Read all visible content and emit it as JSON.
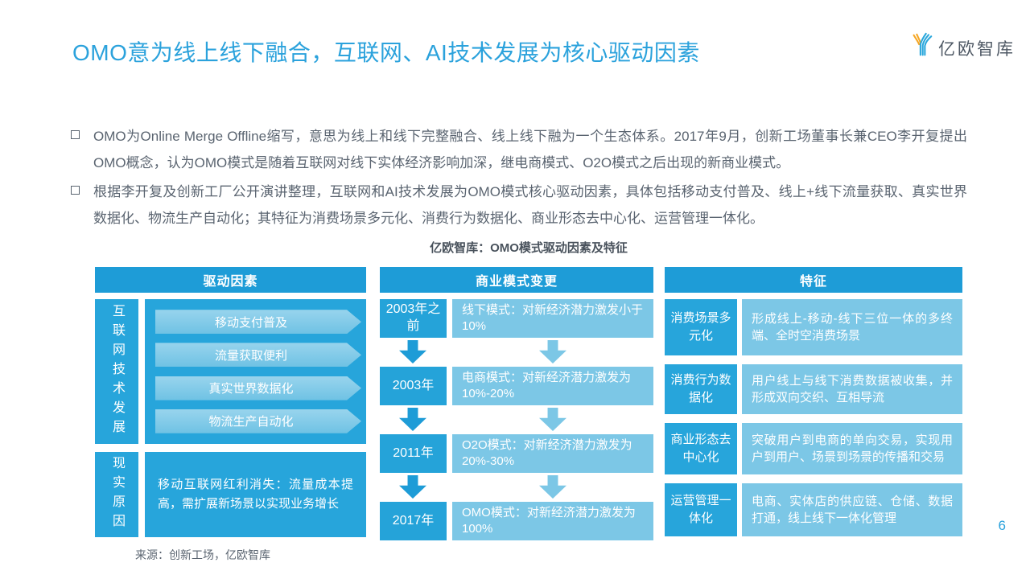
{
  "slide": {
    "title": "OMO意为线上线下融合，互联网、AI技术发展为核心驱动因素",
    "logo_text": "亿欧智库",
    "page_number": "6",
    "source": "来源：创新工场，亿欧智库"
  },
  "bullets": [
    "OMO为Online Merge Offline缩写，意思为线上和线下完整融合、线上线下融为一个生态体系。2017年9月，创新工场董事长兼CEO李开复提出OMO概念，认为OMO模式是随着互联网对线下实体经济影响加深，继电商模式、O2O模式之后出现的新商业模式。",
    "根据李开复及创新工厂公开演讲整理，互联网和AI技术发展为OMO模式核心驱动因素，具体包括移动支付普及、线上+线下流量获取、真实世界数据化、物流生产自动化；其特征为消费场景多元化、消费行为数据化、商业形态去中心化、运营管理一体化。"
  ],
  "figure": {
    "caption": "亿欧智库：OMO模式驱动因素及特征",
    "drivers": {
      "header": "驱动因素",
      "tech_label": "互联网技术发展",
      "tech_items": [
        "移动支付普及",
        "流量获取便利",
        "真实世界数据化",
        "物流生产自动化"
      ],
      "reality_label": "现实原因",
      "reality_text": "移动互联网红利消失：流量成本提高，需扩展新场景以实现业务增长"
    },
    "business": {
      "header": "商业模式变更",
      "rows": [
        {
          "year": "2003年之前",
          "desc": "线下模式：对新经济潜力激发小于10%"
        },
        {
          "year": "2003年",
          "desc": "电商模式：对新经济潜力激发为10%-20%"
        },
        {
          "year": "2011年",
          "desc": "O2O模式：对新经济潜力激发为20%-30%"
        },
        {
          "year": "2017年",
          "desc": "OMO模式：对新经济潜力激发为100%"
        }
      ]
    },
    "features": {
      "header": "特征",
      "rows": [
        {
          "label": "消费场景多元化",
          "desc": "形成线上-移动-线下三位一体的多终端、全时空消费场景"
        },
        {
          "label": "消费行为数据化",
          "desc": "用户线上与线下消费数据被收集，并形成双向交织、互相导流"
        },
        {
          "label": "商业形态去中心化",
          "desc": "突破用户到电商的单向交易，实现用户到用户、场景到场景的传播和交易"
        },
        {
          "label": "运营管理一体化",
          "desc": "电商、实体店的供应链、仓储、数据打通，线上线下一体化管理"
        }
      ]
    }
  },
  "colors": {
    "accent_blue": "#1E9CD7",
    "deep_blue": "#27A5DB",
    "light_blue": "#7CC7E6",
    "title_blue": "#2BA2DC",
    "body_gray": "#5A6470",
    "logo_orange": "#F5A623"
  }
}
